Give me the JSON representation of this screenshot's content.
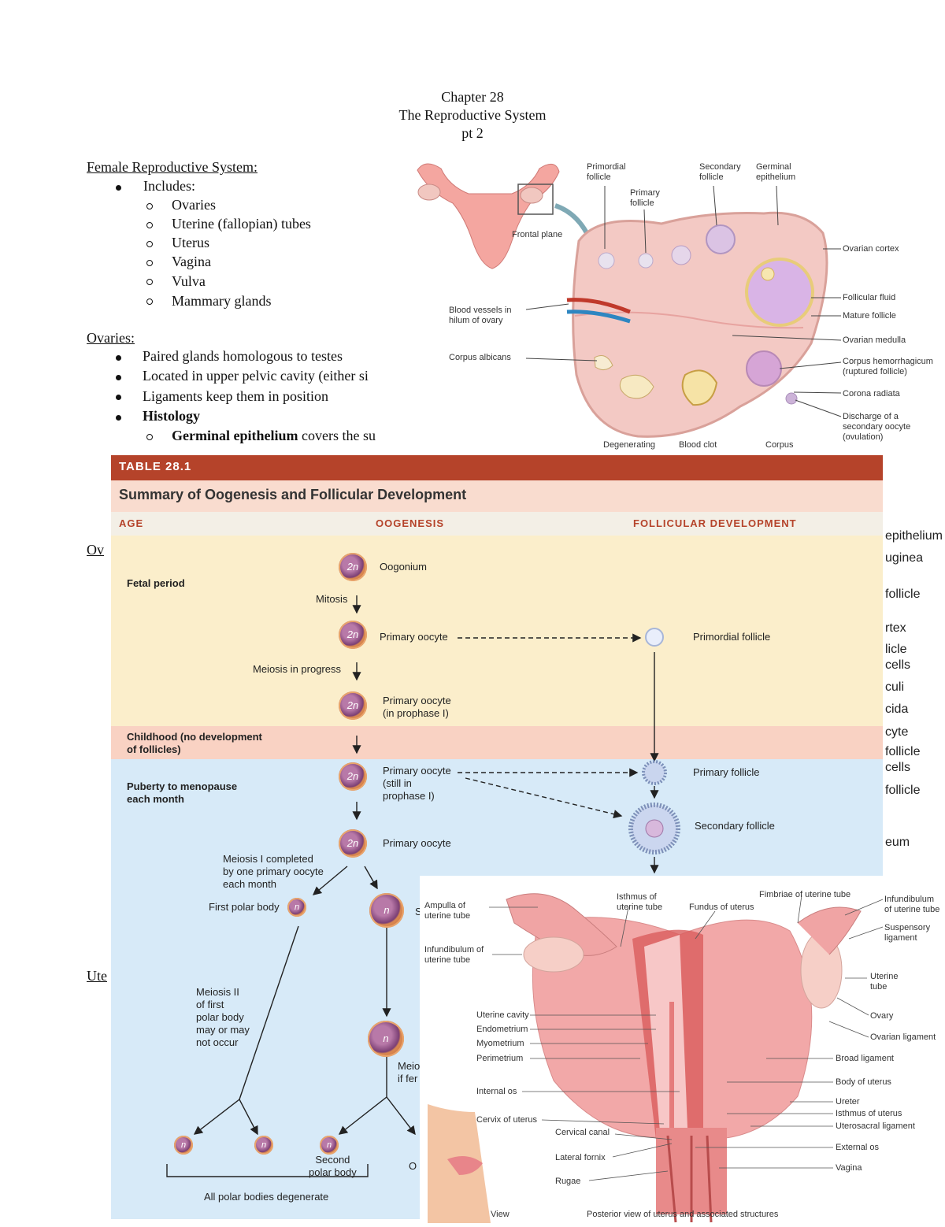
{
  "header": {
    "line1": "Chapter 28",
    "line2": "The Reproductive System",
    "line3": "pt 2"
  },
  "notes": {
    "female_heading": "Female Reproductive System:",
    "includes": "Includes:",
    "includes_items": [
      "Ovaries",
      "Uterine (fallopian) tubes",
      "Uterus",
      "Vagina",
      "Vulva",
      "Mammary glands"
    ],
    "ovaries_heading": "Ovaries:",
    "ovaries_items": [
      "Paired glands homologous to testes",
      "Located in upper pelvic cavity (either si",
      "Ligaments keep them in position"
    ],
    "histology": "Histology",
    "germinal_bold": "Germinal epithelium",
    "germinal_rest": " covers the su",
    "cut_ov": "Ov",
    "cut_ute": "Ute"
  },
  "right_margin": [
    "epithelium",
    "uginea",
    "follicle",
    "rtex",
    "licle",
    "cells",
    "culi",
    "cida",
    "cyte",
    "follicle",
    "cells",
    "follicle",
    "eum"
  ],
  "ovary_figure": {
    "labels": {
      "primordial": "Primordial\nfollicle",
      "primary": "Primary\nfollicle",
      "secondary": "Secondary\nfollicle",
      "germinal": "Germinal\nepithelium",
      "frontal": "Frontal plane",
      "cortex": "Ovarian cortex",
      "fluid": "Follicular fluid",
      "mature": "Mature follicle",
      "medulla": "Ovarian medulla",
      "blood_vessels": "Blood vessels in\nhilum of ovary",
      "albicans": "Corpus albicans",
      "hemorrhagicum": "Corpus hemorrhagicum\n(ruptured follicle)",
      "radiata": "Corona radiata",
      "discharge": "Discharge of a\nsecondary oocyte\n(ovulation)",
      "degenerating": "Degenerating",
      "clot": "Blood clot",
      "corpus": "Corpus"
    }
  },
  "table": {
    "title": "TABLE 28.1",
    "subtitle": "Summary of Oogenesis and Follicular Development",
    "col_age": "AGE",
    "col_oogenesis": "OOGENESIS",
    "col_follicular": "FOLLICULAR DEVELOPMENT",
    "fetal": "Fetal period",
    "childhood": "Childhood (no development\nof follicles)",
    "puberty": "Puberty to menopause\neach month",
    "cell_2n": "2n",
    "cell_n": "n",
    "oogonium": "Oogonium",
    "mitosis": "Mitosis",
    "primary_oocyte": "Primary oocyte",
    "meiosis_progress": "Meiosis in progress",
    "primary_prophase": "Primary oocyte\n(in prophase I)",
    "primary_still": "Primary oocyte\n(still in\nprophase I)",
    "primordial_follicle": "Primordial follicle",
    "primary_follicle": "Primary follicle",
    "secondary_follicle": "Secondary follicle",
    "meiosis1": "Meiosis I completed\nby one primary oocyte\neach month",
    "first_polar": "First polar body",
    "meiosis2": "Meiosis II\nof first\npolar body\nmay or may\nnot occur",
    "second_polar": "Second\npolar body",
    "all_degenerate": "All polar bodies degenerate",
    "cut_s": "S",
    "cut_meio": "Meio\nif fer",
    "cut_o": "O"
  },
  "uterus_figure": {
    "labels": {
      "ampulla": "Ampulla of\nuterine tube",
      "isthmus_tube": "Isthmus of\nuterine tube",
      "fundus": "Fundus of uterus",
      "fimbriae": "Fimbriae of uterine tube",
      "infundibulum_r": "Infundibulum\nof uterine tube",
      "suspensory": "Suspensory\nligament",
      "infundibulum_l": "Infundibulum of\nuterine tube",
      "uterine_tube": "Uterine\ntube",
      "ovary": "Ovary",
      "ovarian_lig": "Ovarian ligament",
      "cavity": "Uterine cavity",
      "endometrium": "Endometrium",
      "myometrium": "Myometrium",
      "perimetrium": "Perimetrium",
      "broad": "Broad ligament",
      "body": "Body of uterus",
      "internal_os": "Internal os",
      "ureter": "Ureter",
      "isthmus_uterus": "Isthmus of uterus",
      "cervix": "Cervix of uterus",
      "uterosacral": "Uterosacral ligament",
      "canal": "Cervical canal",
      "external_os": "External os",
      "fornix": "Lateral fornix",
      "vagina": "Vagina",
      "rugae": "Rugae",
      "view": "View",
      "caption": "Posterior view of uterus and associated structures"
    }
  },
  "colors": {
    "table_header": "#b5432a",
    "fetal_band": "#fbeecb",
    "child_band": "#f9d2c3",
    "puberty_band": "#d7eaf8",
    "tissue_pink": "#ef9a9a"
  }
}
